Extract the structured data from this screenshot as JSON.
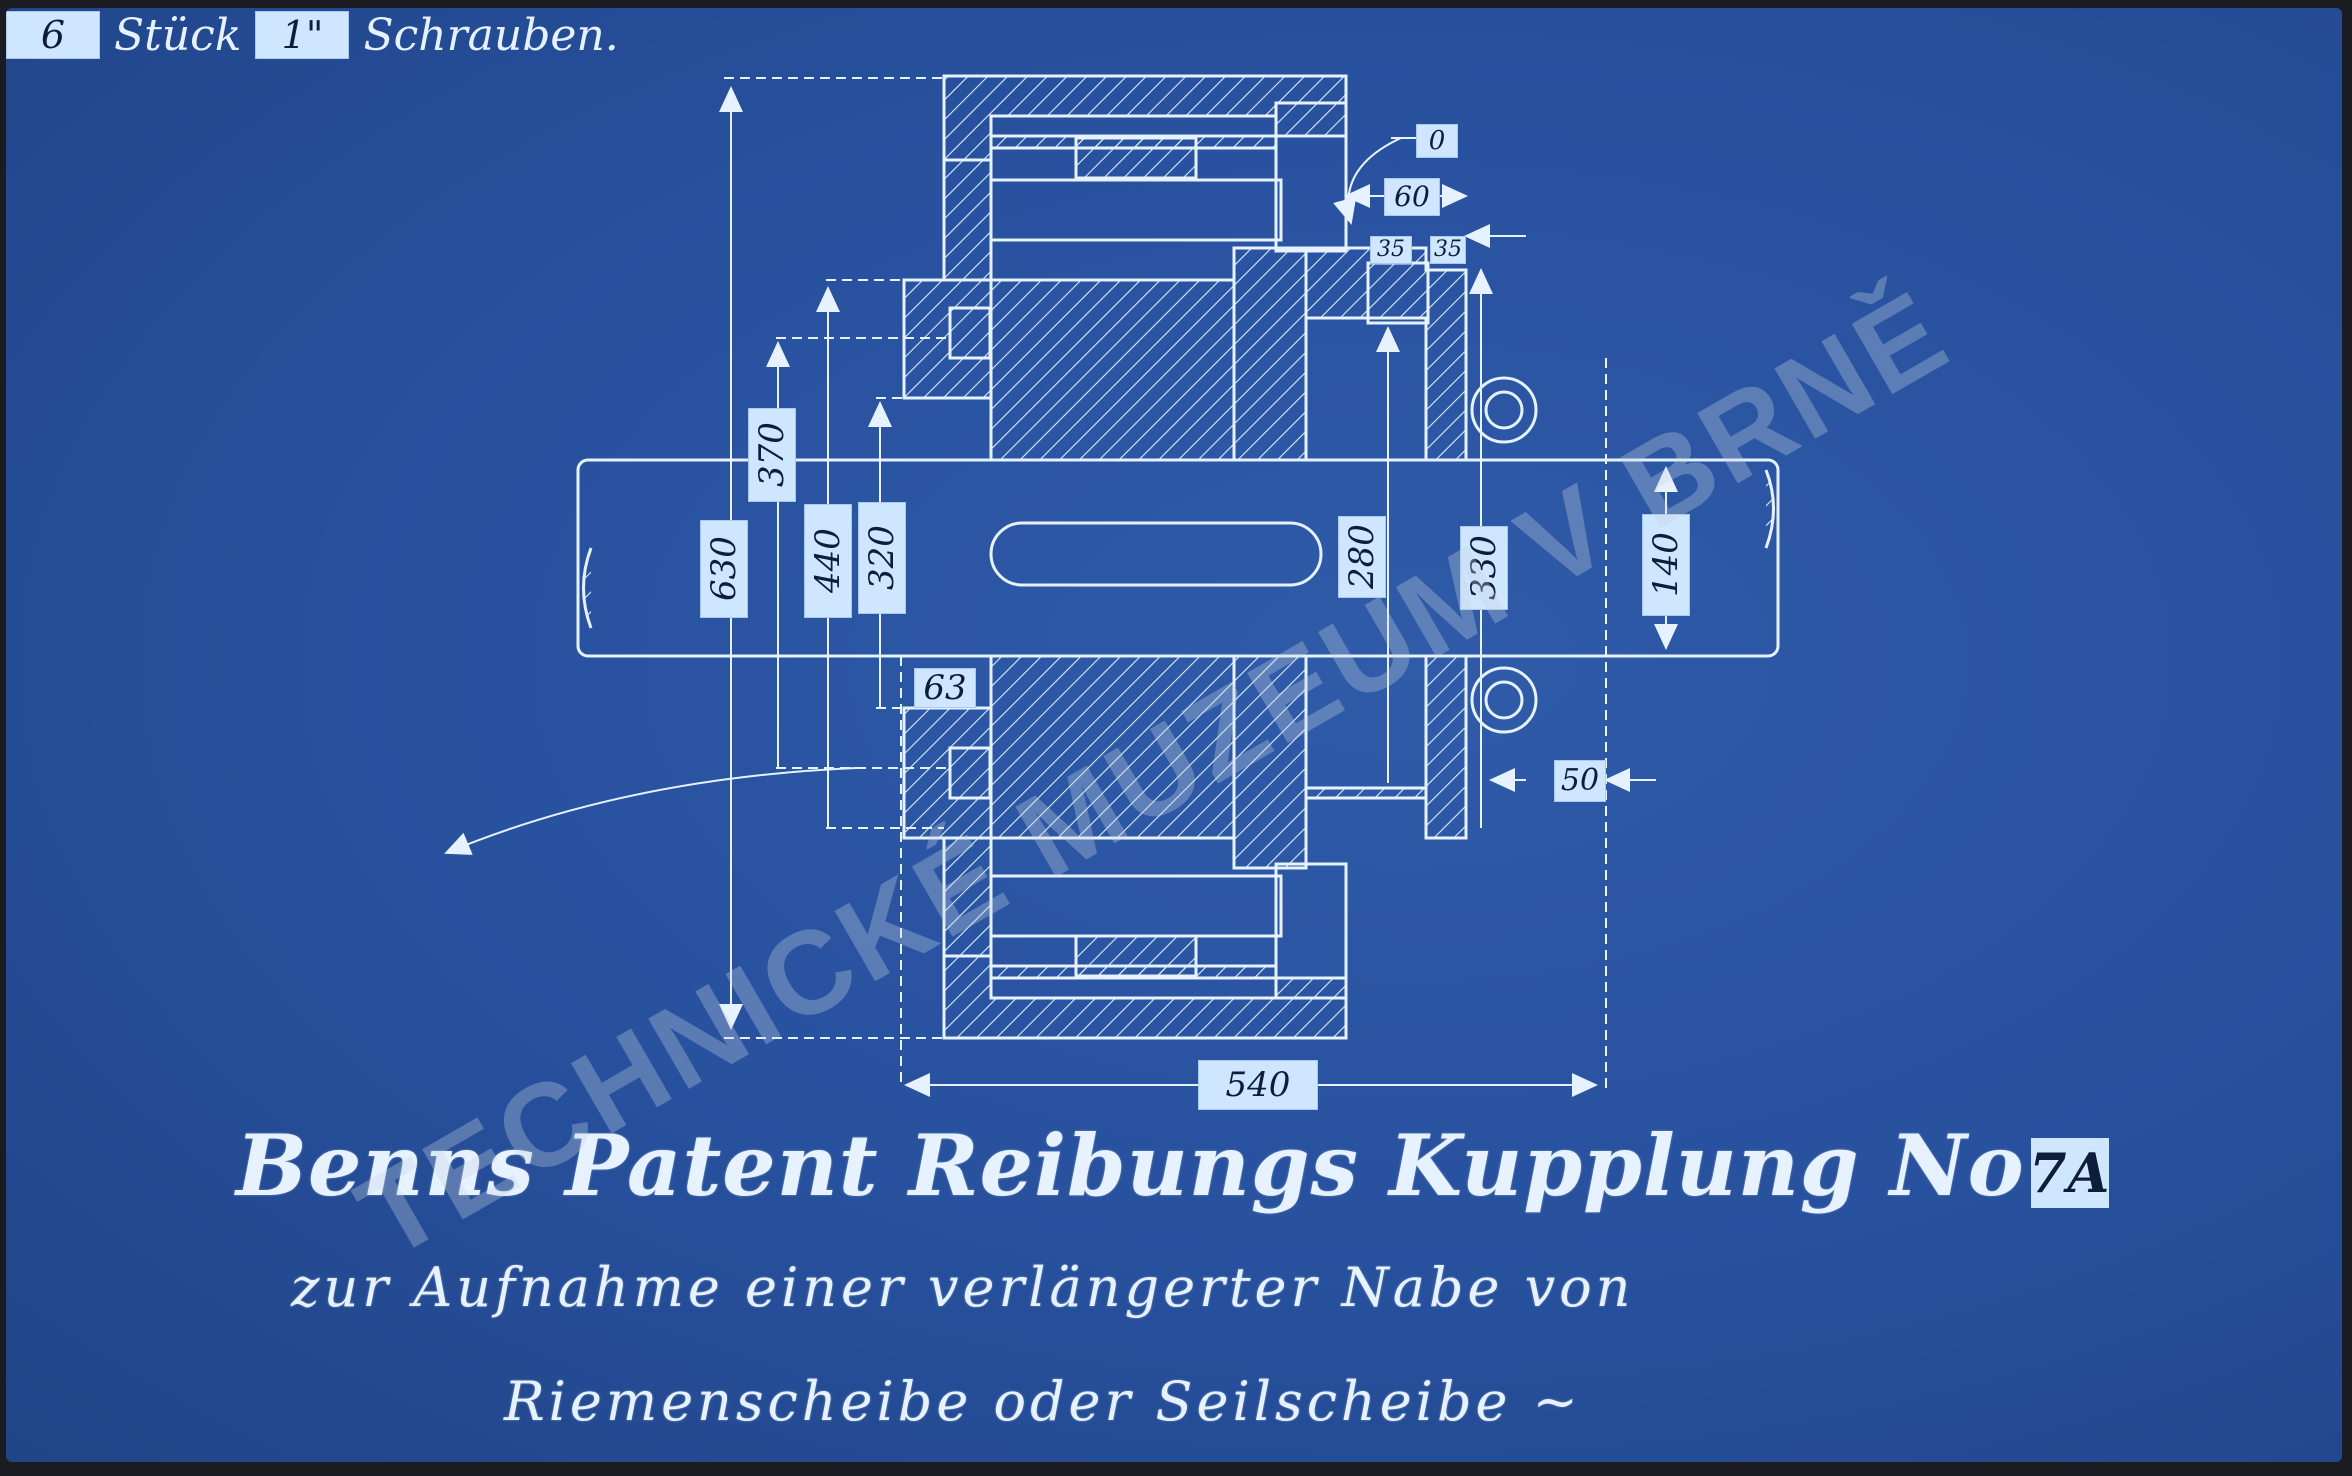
{
  "dimensions": {
    "d630": "630",
    "d370": "370",
    "d440": "440",
    "d320": "320",
    "d280": "280",
    "d330": "330",
    "d140": "140",
    "d63": "63",
    "d540": "540",
    "d60": "60",
    "d35a": "35",
    "d35b": "35",
    "d50": "50",
    "d0": "0"
  },
  "screw_note": {
    "count": "6",
    "stueck": "Stück",
    "size": "1\"",
    "schrauben": "Schrauben."
  },
  "title": {
    "main": "Benns Patent Reibungs Kupplung No",
    "number": "7A",
    "line2": "zur Aufnahme einer verlängerter Nabe von",
    "line3": "Riemenscheibe oder Seilscheibe ~"
  },
  "watermark": "TECHNICKÉ MUZEUM V BRNĚ",
  "colors": {
    "paper": "#27509d",
    "lines": "#e6f2ff",
    "labels": "#cfe6ff"
  }
}
